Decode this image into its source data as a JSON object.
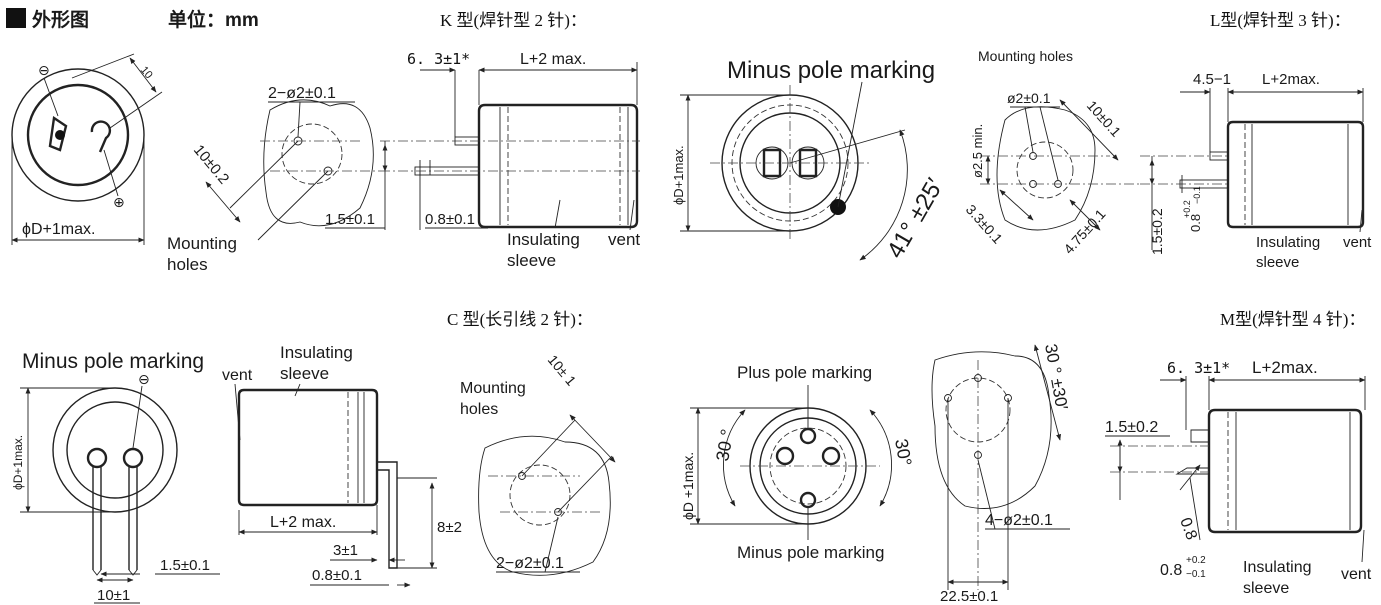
{
  "header": {
    "title": "外形图",
    "unit_label": "单位：mm"
  },
  "sections": {
    "k_type": "K 型(焊针型 2 针)：",
    "l_type": "L型(焊针型 3 针)：",
    "c_type": "C 型(长引线 2 针)：",
    "m_type": "M型(焊针型 4 针)："
  },
  "labels": {
    "minus": "⊖",
    "plus": "⊕",
    "ten": "10",
    "phi_d_max": "ϕD+1max.",
    "phi_d_max_vert": "ϕD+1max.",
    "phi_d_max_vert2": "ϕD +1max.",
    "mounting_holes": "Mounting",
    "mounting_holes_2": "holes",
    "mounting_holes_one": "Mounting holes",
    "two_phi2": "2−ø2±0.1",
    "ten_pm02": "10±0.2",
    "ten_pm01": "10±0.1",
    "ten_pm1": "10± 1",
    "ten_pm1b": "10±1",
    "one5": "1.5±0.1",
    "zero8": "0.8±0.1",
    "six3": "6. 3±1*",
    "l2max": "L+2 max.",
    "l2max_b": "L+2max.",
    "insulating": "Insulating",
    "sleeve": "sleeve",
    "vent": "vent",
    "minus_pole_marking": "Minus pole marking",
    "plus_pole_marking": "Plus pole marking",
    "angle41": "41° ±25′",
    "phi2": "ø2±0.1",
    "phi25min": "ø2.5 min.",
    "four5": "4.5−1",
    "three3": "3.3±0.1",
    "four75": "4.75±0.1",
    "one5_02": "1.5±0.2",
    "zero8_sup": "0.8",
    "plus02": "+0.2",
    "minus01": "−0.1",
    "three1": "3±1",
    "eight2": "8±2",
    "thirty": "30 °",
    "thirty_b": "30°",
    "thirty_pm": "30 ° ±30′",
    "four_phi2": "4−ø2±0.1",
    "twenty25": "22.5±0.1",
    "zero8_slant": "0.8"
  }
}
